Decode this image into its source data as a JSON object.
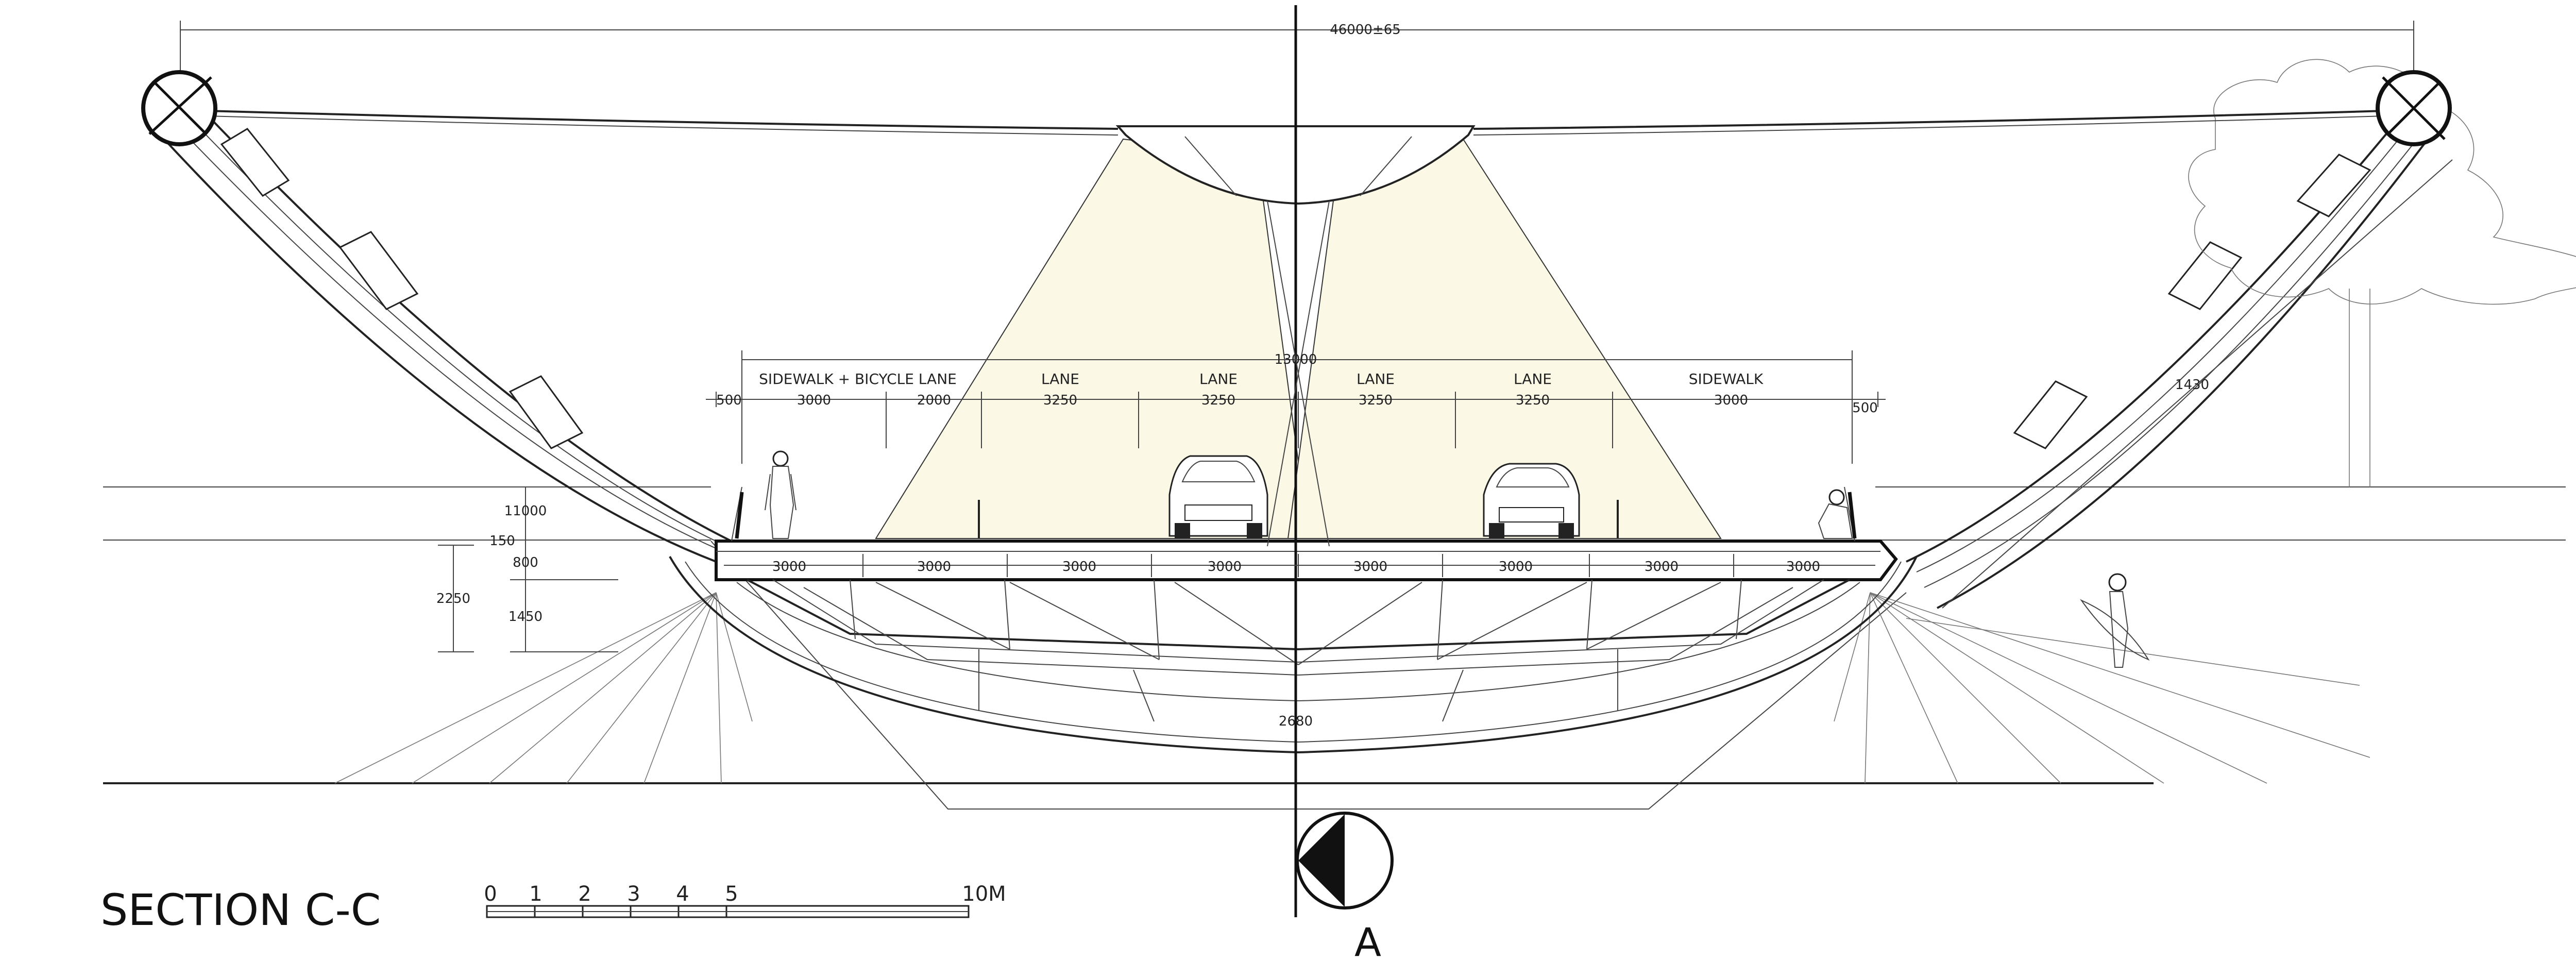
{
  "title": "SECTION C-C",
  "section_marker": "A",
  "overall_span": "46000±65",
  "deck_width": "13000",
  "cable_label": "1430",
  "keel_label": "2680",
  "lanes": [
    {
      "name": "SIDEWALK + BICYCLE LANE",
      "width": "3000"
    },
    {
      "name": "",
      "width": "2000"
    },
    {
      "name": "LANE",
      "width": "3250"
    },
    {
      "name": "LANE",
      "width": "3250"
    },
    {
      "name": "LANE",
      "width": "3250"
    },
    {
      "name": "LANE",
      "width": "3250"
    },
    {
      "name": "SIDEWALK",
      "width": "3000"
    }
  ],
  "edge_left": "500",
  "edge_right": "500",
  "modules": [
    "3000",
    "3000",
    "3000",
    "3000",
    "3000",
    "3000",
    "3000",
    "3000"
  ],
  "vertical_dims": {
    "a": "11000",
    "b": "150",
    "c": "800",
    "d": "1450",
    "total": "2250"
  },
  "scale_bar": {
    "ticks": [
      "0",
      "1",
      "2",
      "3",
      "4",
      "5"
    ],
    "end": "10M"
  },
  "colors": {
    "light_cone": "#fbf9e6",
    "line": "#222222"
  }
}
